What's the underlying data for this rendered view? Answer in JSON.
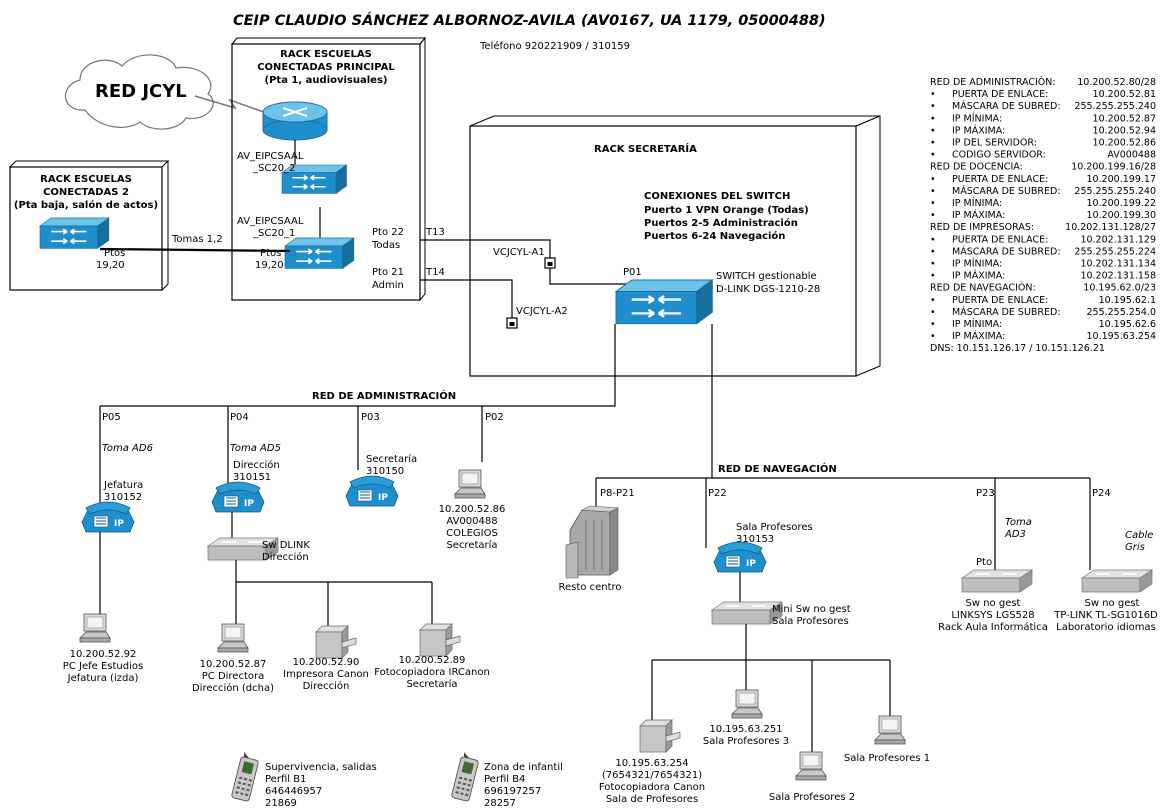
{
  "title": "CEIP CLAUDIO SÁNCHEZ ALBORNOZ-AVILA (AV0167, UA 1179, 05000488)",
  "phone": "Teléfono 920221909 / 310159",
  "cloud": "RED JCYL",
  "rack_principal": {
    "line1": "RACK ESCUELAS",
    "line2": "CONECTADAS PRINCIPAL",
    "line3": "(Pta 1, audiovisuales)"
  },
  "rack2": {
    "line1": "RACK ESCUELAS",
    "line2": "CONECTADAS 2",
    "line3": "(Pta baja, salón de actos)"
  },
  "rack_sec": "RACK SECRETARÍA",
  "sw_labels": {
    "a": "AV_EIPCSAAL",
    "a2": "_SC20_2",
    "b": "AV_EIPCSAAL",
    "b2": "_SC20_1"
  },
  "ports": {
    "ptos_l1": "Ptos",
    "ptos_l2": "19,20",
    "ptos_r1": "Ptos",
    "ptos_r2": "19,20",
    "tomas": "Tomas 1,2",
    "pto22": "Pto 22",
    "todas": "Todas",
    "pto21": "Pto 21",
    "admin": "Admin",
    "t13": "T13",
    "t14": "T14",
    "vcjcyl_a1": "VCJCYL-A1",
    "vcjcyl_a2": "VCJCYL-A2",
    "p01": "P01"
  },
  "switch_conn": {
    "title": "CONEXIONES DEL SWITCH",
    "l1": "Puerto 1 VPN Orange (Todas)",
    "l2": "Puertos 2-5 Administración",
    "l3": "Puertos 6-24 Navegación"
  },
  "switch_name": {
    "l1": "SWITCH gestionable",
    "l2": "D-LINK DGS-1210-28"
  },
  "net_info": [
    {
      "text": "RED DE ADMINISTRACIÓN:",
      "value": "10.200.52.80/28",
      "bullet": false
    },
    {
      "text": "PUERTA DE ENLACE:",
      "value": "10.200.52.81",
      "bullet": true
    },
    {
      "text": "MÁSCARA DE SUBRED:",
      "value": "255.255.255.240",
      "bullet": true
    },
    {
      "text": "IP MÍNIMA:",
      "value": "10.200.52.87",
      "bullet": true
    },
    {
      "text": "IP MÁXIMA:",
      "value": "10.200.52.94",
      "bullet": true
    },
    {
      "text": "IP DEL SERVIDOR:",
      "value": "10.200.52.86",
      "bullet": true
    },
    {
      "text": "CODIGO SERVIDOR:",
      "value": "AV000488",
      "bullet": true
    },
    {
      "text": "RED DE DOCENCIA:",
      "value": "10.200.199.16/28",
      "bullet": false
    },
    {
      "text": "PUERTA DE ENLACE:",
      "value": "10.200.199.17",
      "bullet": true
    },
    {
      "text": "MÁSCARA DE SUBRED:",
      "value": "255.255.255.240",
      "bullet": true
    },
    {
      "text": "IP MÍNIMA:",
      "value": "10.200.199.22",
      "bullet": true
    },
    {
      "text": "IP MÁXIMA:",
      "value": "10.200.199.30",
      "bullet": true
    },
    {
      "text": "RED DE IMPRESORAS:",
      "value": "10.202.131.128/27",
      "bullet": false
    },
    {
      "text": "PUERTA DE ENLACE:",
      "value": "10.202.131.129",
      "bullet": true
    },
    {
      "text": "MÁSCARA DE SUBRED:",
      "value": "255.255.255.224",
      "bullet": true
    },
    {
      "text": "IP MÍNIMA:",
      "value": "10.202.131.134",
      "bullet": true
    },
    {
      "text": "IP MÁXIMA:",
      "value": "10.202.131.158",
      "bullet": true
    },
    {
      "text": "RED DE NAVEGACIÓN:",
      "value": "10.195.62.0/23",
      "bullet": false
    },
    {
      "text": "PUERTA DE ENLACE:",
      "value": "10.195.62.1",
      "bullet": true
    },
    {
      "text": "MÁSCARA DE SUBRED:",
      "value": "255.255.254.0",
      "bullet": true
    },
    {
      "text": "IP MÍNIMA:",
      "value": "10.195.62.6",
      "bullet": true
    },
    {
      "text": "IP MÁXIMA:",
      "value": "10.195.63.254",
      "bullet": true
    },
    {
      "text": "DNS: 10.151.126.17 / 10.151.126.21",
      "value": "",
      "bullet": false
    }
  ],
  "admin_net": {
    "title": "RED DE ADMINISTRACIÓN",
    "p05": "P05",
    "p04": "P04",
    "p03": "P03",
    "p02": "P02",
    "toma_ad6": "Toma AD6",
    "toma_ad5": "Toma AD5",
    "jef_l1": "Jefatura",
    "jef_l2": "310152",
    "dir_l1": "Dirección",
    "dir_l2": "310151",
    "sec_l1": "Secretaría",
    "sec_l2": "310150",
    "srv_l1": "10.200.52.86",
    "srv_l2": "AV000488",
    "srv_l3": "COLEGIOS",
    "srv_l4": "Secretaría",
    "swdir_l1": "Sw DLINK",
    "swdir_l2": "Dirección",
    "pcjef_l1": "10.200.52.92",
    "pcjef_l2": "PC Jefe Estudios",
    "pcjef_l3": "Jefatura (izda)",
    "pcdir_l1": "10.200.52.87",
    "pcdir_l2": "PC Directora",
    "pcdir_l3": "Dirección (dcha)",
    "imp_l1": "10.200.52.90",
    "imp_l2": "Impresora Canon",
    "imp_l3": "Dirección",
    "foto_l1": "10.200.52.89",
    "foto_l2": "Fotocopiadora IRCanon",
    "foto_l3": "Secretaría"
  },
  "nav_net": {
    "title": "RED DE NAVEGACIÓN",
    "p8": "P8-P21",
    "p22": "P22",
    "p23": "P23",
    "p24": "P24",
    "resto": "Resto centro",
    "salaprof_l1": "Sala Profesores",
    "salaprof_l2": "310153",
    "minisw_l1": "Mini Sw no gest",
    "minisw_l2": "Sala Profesores",
    "toma_ad3_l1": "Toma",
    "toma_ad3_l2": "AD3",
    "pto": "Pto",
    "cable_l1": "Cable",
    "cable_l2": "Gris",
    "sw23_l1": "Sw no gest",
    "sw23_l2": "LINKSYS LGS528",
    "sw23_l3": "Rack Aula Informática",
    "sw24_l1": "Sw no gest",
    "sw24_l2": "TP-LINK TL-SG1016D",
    "sw24_l3": "Laboratorio idiomas",
    "foto_l1": "10.195.63.254",
    "foto_l2": "(7654321/7654321)",
    "foto_l3": "Fotocopiadora Canon",
    "foto_l4": "Sala de Profesores",
    "sp3_l1": "10.195.63.251",
    "sp3_l2": "Sala Profesores 3",
    "sp2": "Sala Profesores 2",
    "sp1": "Sala Profesores 1"
  },
  "mobiles": {
    "m1_l1": "Supervivencia, salidas",
    "m1_l2": "Perfil B1",
    "m1_l3": "646446957",
    "m1_l4": "21869",
    "m2_l1": "Zona de infantil",
    "m2_l2": "Perfil B4",
    "m2_l3": "696197257",
    "m2_l4": "28257"
  },
  "colors": {
    "switch_blue": "#1e90c8",
    "switch_top": "#5bbbe6",
    "gray_device": "#c8c8c8"
  }
}
